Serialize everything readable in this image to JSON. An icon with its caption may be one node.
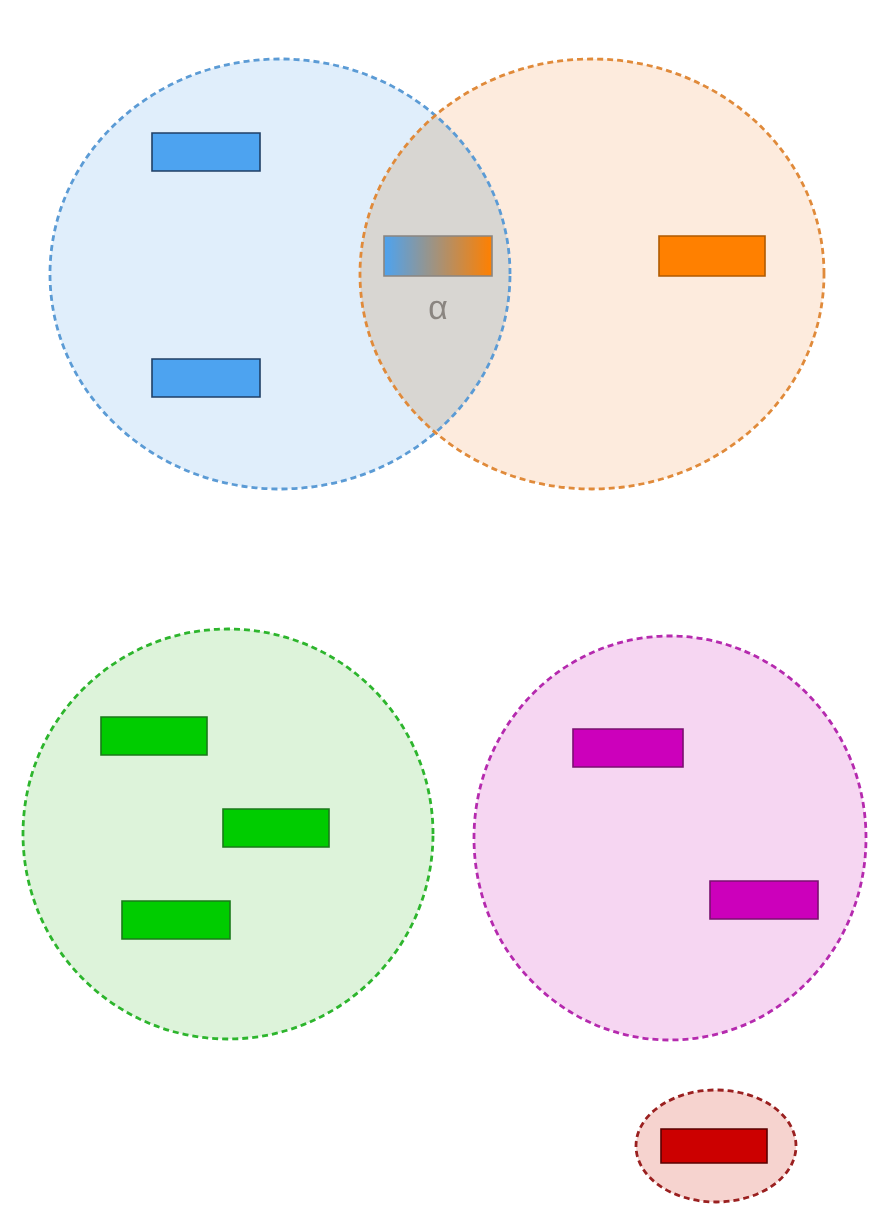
{
  "diagram": {
    "nodes": [
      {
        "text": [],
        "shape": "circle"
      },
      {
        "text": [],
        "shape": "circle"
      },
      {
        "text": [],
        "shape": "bar",
        "in": 0
      },
      {
        "text": [],
        "shape": "bar",
        "in": 0
      },
      {
        "text": [],
        "shape": "bar"
      },
      {
        "text": [],
        "shape": "bar",
        "in": 1
      },
      {
        "text": [],
        "shape": "circle"
      },
      {
        "text": [],
        "shape": "bar",
        "in": 6
      },
      {
        "text": [],
        "shape": "bar",
        "in": 6
      },
      {
        "text": [],
        "shape": "bar",
        "in": 6
      },
      {
        "text": [],
        "shape": "circle"
      },
      {
        "text": [],
        "shape": "bar",
        "in": 10
      },
      {
        "text": [],
        "shape": "bar",
        "in": 10
      },
      {
        "text": [],
        "shape": "circle"
      },
      {
        "text": [],
        "shape": "bar",
        "in": 13
      }
    ],
    "labels": [
      "α"
    ]
  }
}
